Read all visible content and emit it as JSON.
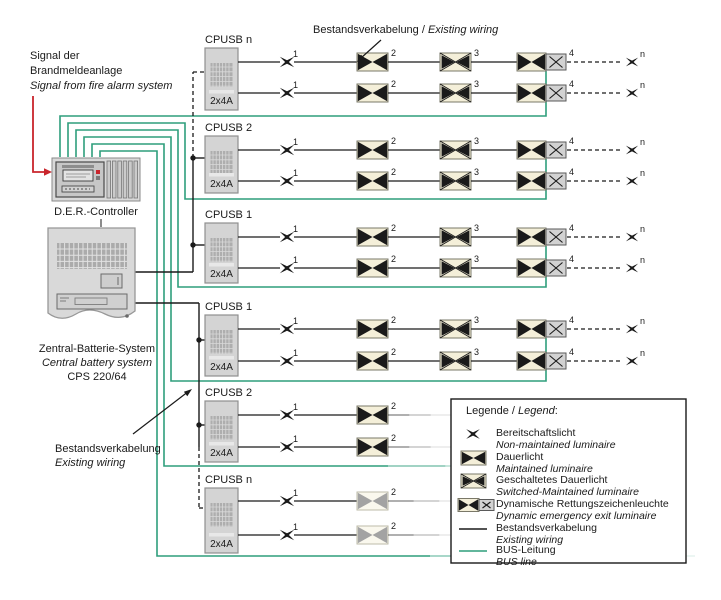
{
  "colors": {
    "wire": "#1a1a1a",
    "bus_line": "#2e9e7c",
    "signal_red": "#c9252c",
    "luminaire_fill": "#f4efd9",
    "luminaire_border": "#7a7868",
    "module_fill": "#d4d4d4",
    "module_border": "#8f8f8f",
    "dyn_box_fill": "#d2d2d2",
    "faded": "#b3b3b3"
  },
  "annotations": {
    "fire_alarm": {
      "de_line1": "Signal der",
      "de_line2": "Brandmeldeanlage",
      "en": "Signal from fire alarm system"
    },
    "existing_wiring_top": {
      "de": "Bestandsverkabelung / ",
      "en": "Existing wiring"
    },
    "existing_wiring_bottom": {
      "de": "Bestandsverkabelung",
      "en": "Existing wiring"
    },
    "controller_label": "D.E.R.-Controller",
    "battery": {
      "de": "Zentral-Batterie-System",
      "en": "Central battery system",
      "model": "CPS 220/64"
    }
  },
  "blocks": [
    {
      "label": "CPUSB n",
      "amperage": "2x4A",
      "variant": "full",
      "input": "dashed"
    },
    {
      "label": "CPUSB 2",
      "amperage": "2x4A",
      "variant": "full",
      "input": "dot"
    },
    {
      "label": "CPUSB 1",
      "amperage": "2x4A",
      "variant": "full",
      "input": "dot"
    },
    {
      "label": "CPUSB 1",
      "amperage": "2x4A",
      "variant": "full",
      "input": "dot"
    },
    {
      "label": "CPUSB 2",
      "amperage": "2x4A",
      "variant": "short",
      "input": "dot"
    },
    {
      "label": "CPUSB n",
      "amperage": "2x4A",
      "variant": "faded",
      "input": "dashed"
    }
  ],
  "circuit_labels": {
    "pos1": "1",
    "pos2": "2",
    "pos3": "3",
    "pos4": "4",
    "end": "n"
  },
  "legend": {
    "title_de": "Legende / ",
    "title_en": "Legend",
    "title_suffix": ":",
    "entries": [
      {
        "icon": "non-maintained-luminaire-icon",
        "de": "Bereitschaftslicht",
        "en": "Non-maintained luminaire"
      },
      {
        "icon": "maintained-luminaire-icon",
        "de": "Dauerlicht",
        "en": "Maintained luminaire"
      },
      {
        "icon": "switched-maintained-icon",
        "de": "Geschaltetes Dauerlicht",
        "en": "Switched-Maintained luminaire"
      },
      {
        "icon": "dynamic-exit-luminaire-icon",
        "de": "Dynamische Rettungszeichenleuchte",
        "en": "Dynamic emergency exit luminaire"
      },
      {
        "icon": "existing-wiring-icon",
        "de": "Bestandsverkabelung",
        "en": "Existing wiring"
      },
      {
        "icon": "bus-line-icon",
        "de": "BUS-Leitung",
        "en": "BUS line"
      }
    ]
  }
}
